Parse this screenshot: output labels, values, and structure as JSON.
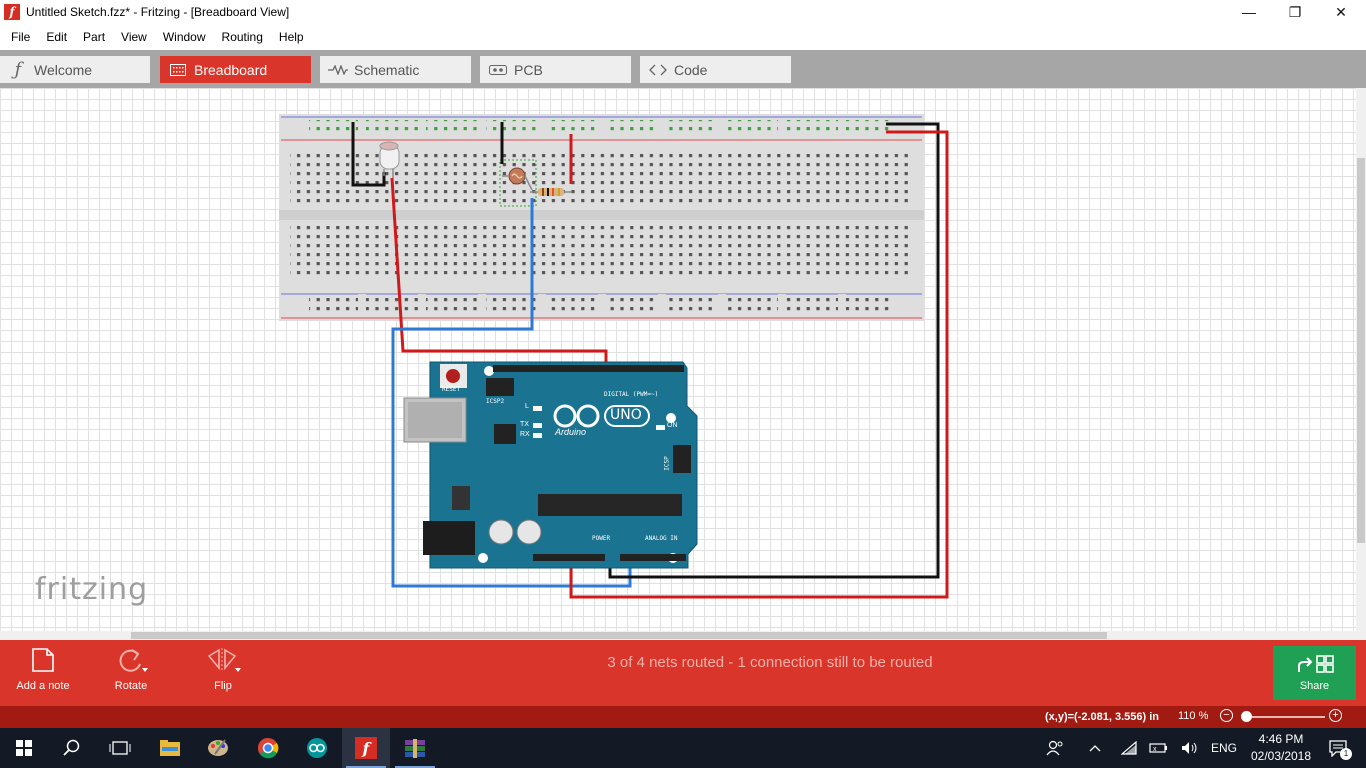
{
  "window": {
    "title": "Untitled Sketch.fzz* - Fritzing - [Breadboard View]",
    "app_logo_letter": "f",
    "minimize": "—",
    "maximize": "❐",
    "close": "✕"
  },
  "menu": [
    "File",
    "Edit",
    "Part",
    "View",
    "Window",
    "Routing",
    "Help"
  ],
  "tabs": {
    "welcome": "Welcome",
    "breadboard": "Breadboard",
    "schematic": "Schematic",
    "pcb": "PCB",
    "code": "Code"
  },
  "watermark": "fritzing",
  "board": {
    "reset_label": "RESET",
    "icsp2_label": "ICSP2",
    "icsp_label": "ICSP",
    "l_label": "L",
    "tx_label": "TX",
    "rx_label": "RX",
    "on_label": "ON",
    "uno_label": "UNO",
    "brand": "Arduino",
    "digital_label": "DIGITAL (PWM=~)",
    "power_label": "POWER",
    "analog_label": "ANALOG IN"
  },
  "toolbar": {
    "add_note": "Add a note",
    "rotate": "Rotate",
    "flip": "Flip",
    "status": "3 of 4 nets routed - 1 connection still to be routed",
    "share": "Share"
  },
  "statusbar": {
    "coords": "(x,y)=(-2.081, 3.556) in",
    "zoom": "110 %"
  },
  "taskbar": {
    "time": "4:46 PM",
    "date": "02/03/2018",
    "lang": "ENG",
    "notifications": "1"
  },
  "colors": {
    "accent": "#d9352a",
    "share_green": "#1fa055",
    "board_teal": "#1a7391",
    "wire_red": "#d0191a",
    "wire_black": "#111111",
    "wire_blue": "#2d7ad6"
  }
}
